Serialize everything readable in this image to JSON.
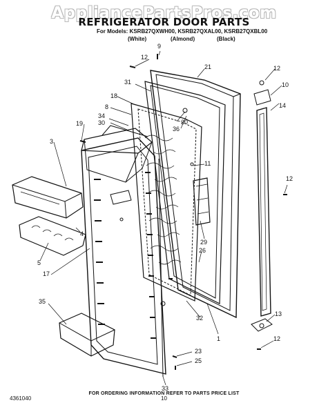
{
  "watermark": "AppliancePartsPros.com",
  "title": "REFRIGERATOR DOOR PARTS",
  "models_line": "For Models: KSRB27QXWH00, KSRB27QXAL00, KSRB27QXBL00",
  "variants": [
    "(White)",
    "(Almond)",
    "(Black)"
  ],
  "callouts": [
    "12",
    "9",
    "21",
    "31",
    "18",
    "8",
    "34",
    "30",
    "20",
    "36",
    "19",
    "3",
    "11",
    "4",
    "29",
    "26",
    "5",
    "17",
    "35",
    "32",
    "23",
    "25",
    "33",
    "1",
    "12",
    "10",
    "14",
    "12",
    "13",
    "12"
  ],
  "footer": "FOR ORDERING INFORMATION REFER TO PARTS PRICE LIST",
  "doc_number": "4361040",
  "page_number": "10"
}
